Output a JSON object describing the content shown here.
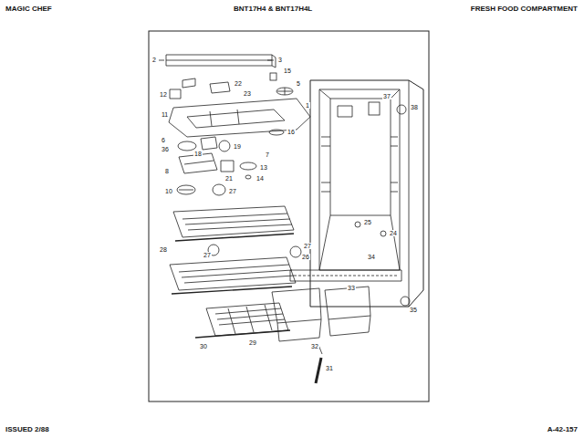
{
  "diagram": {
    "labels": [
      "MAGIC CHEF",
      "BNT17H4 & BNT17H4L",
      "FRESH FOOD COMPARTMENT",
      "2",
      "3",
      "15",
      "5",
      "22",
      "23",
      "12",
      "11",
      "1",
      "16",
      "6",
      "36",
      "18",
      "19",
      "7",
      "8",
      "21",
      "13",
      "14",
      "10",
      "27",
      "37",
      "38",
      "28",
      "27",
      "27",
      "26",
      "25",
      "24",
      "34",
      "33",
      "35",
      "30",
      "29",
      "32",
      "31",
      "ISSUED 2/88",
      "A-42-157"
    ]
  }
}
